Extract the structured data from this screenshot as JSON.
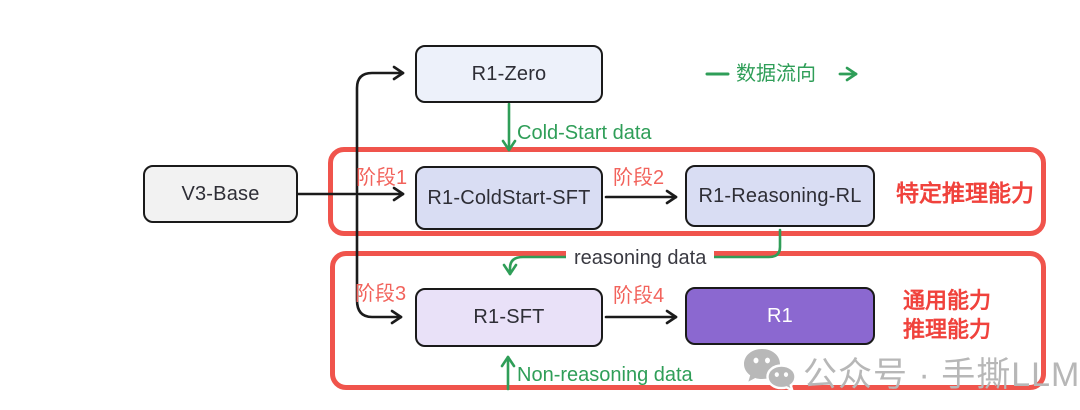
{
  "nodes": {
    "v3_base": "V3-Base",
    "r1_zero": "R1-Zero",
    "r1_coldstart_sft": "R1-ColdStart-SFT",
    "r1_reasoning_rl": "R1-Reasoning-RL",
    "r1_sft": "R1-SFT",
    "r1": "R1"
  },
  "stage_labels": {
    "s1": "阶段1",
    "s2": "阶段2",
    "s3": "阶段3",
    "s4": "阶段4"
  },
  "edge_labels": {
    "cold_start": "Cold-Start data",
    "reasoning": "reasoning data",
    "non_reasoning": "Non-reasoning data"
  },
  "group_labels": {
    "specific_reasoning": "特定推理能力",
    "general_line1": "通用能力",
    "general_line2": "推理能力"
  },
  "legend": {
    "label": "数据流向"
  },
  "watermark": {
    "text": "公众号 · 手撕LLM"
  },
  "colors": {
    "flow_green": "#2f9e58",
    "group_red": "#f0544c",
    "stage_red": "#f2635c",
    "heading_red": "#f0423c",
    "node_border_black": "#1a1a1a",
    "node_fill_gray": "#f2f2f2",
    "node_fill_lightblue": "#edf1fa",
    "node_fill_periwinkle": "#d9ddf3",
    "node_fill_lavender": "#e9e1f8",
    "node_fill_purple": "#8b68d0",
    "watermark_gray": "#b7b7b7"
  }
}
